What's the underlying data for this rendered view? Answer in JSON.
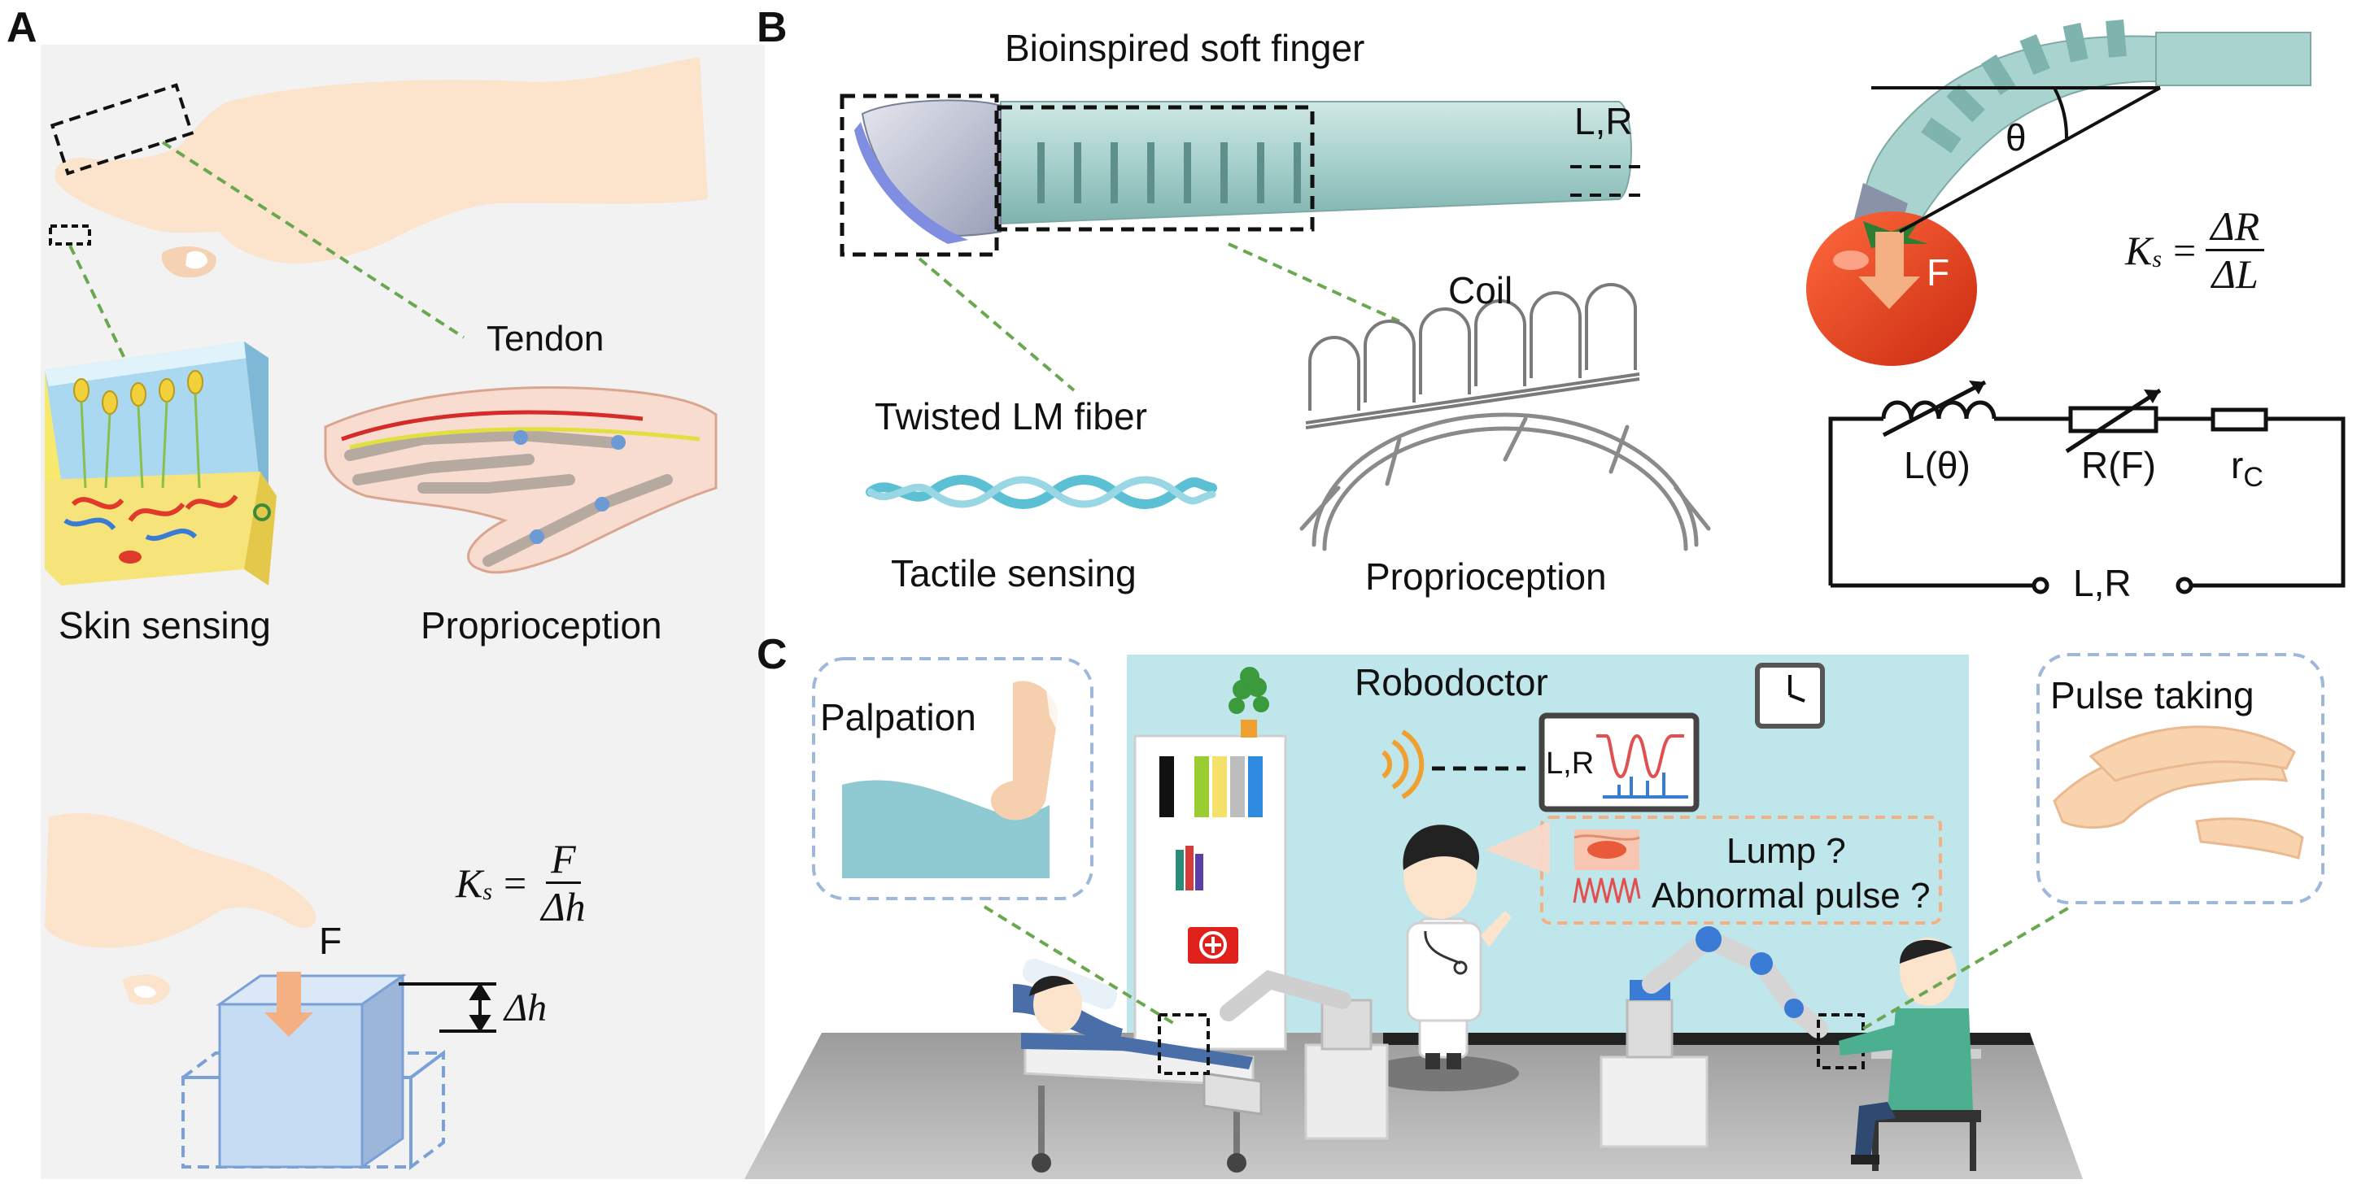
{
  "panels": {
    "a": {
      "letter": "A",
      "tendon": "Tendon",
      "skin_sensing": "Skin sensing",
      "proprioception": "Proprioception",
      "force_label": "F",
      "delta_h": "Δh",
      "equation": {
        "lhs": "K",
        "sub": "s",
        "eq": "=",
        "numerator": "F",
        "denominator": "Δh"
      }
    },
    "b": {
      "letter": "B",
      "title": "Bioinspired soft finger",
      "lr_label": "L,R",
      "coil": "Coil",
      "twisted_fiber": "Twisted LM fiber",
      "tactile_sensing": "Tactile sensing",
      "proprioception": "Proprioception",
      "theta": "θ",
      "force_label": "F",
      "equation": {
        "lhs": "K",
        "sub": "s",
        "eq": "=",
        "numerator": "ΔR",
        "denominator": "ΔL"
      },
      "circuit": {
        "inductor": "L(θ)",
        "resistor": "R(F)",
        "rc_main": "r",
        "rc_sub": "C",
        "output": "L,R"
      }
    },
    "c": {
      "letter": "C",
      "robodoctor": "Robodoctor",
      "palpation": "Palpation",
      "pulse_taking": "Pulse taking",
      "monitor_label": "L,R",
      "lump": "Lump ?",
      "abnormal_pulse": "Abnormal pulse ?"
    }
  },
  "colors": {
    "panel_a_bg": "#f2f2f2",
    "wall": "#bfe6ea",
    "floor": "#a9a9a9",
    "skin": "#fbe3cc",
    "green_dash": "#6aa84f",
    "finger_teal": "#a9d3cf",
    "tomato": "#e8401f",
    "force_arrow": "#f4b083",
    "cube": "#c5dcf3"
  }
}
